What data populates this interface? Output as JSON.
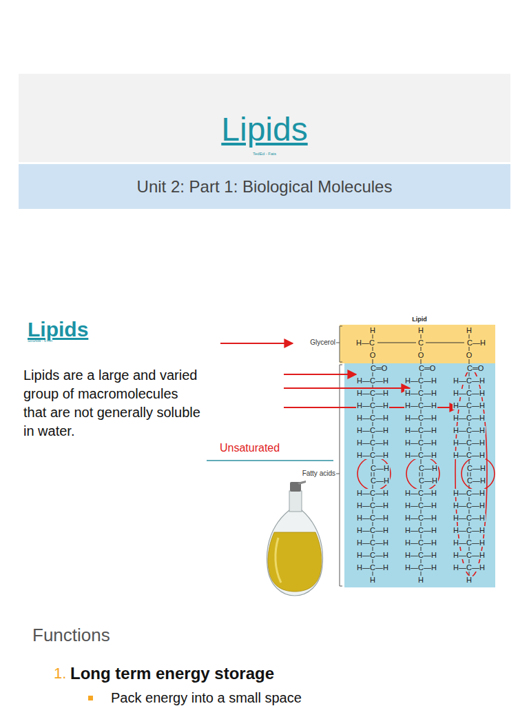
{
  "diagram": {
    "title": "Lipids",
    "nodes": [
      {
        "text": [
          "Unit 2: Part 1: Biological Molecules"
        ]
      }
    ],
    "labels": [
      "TedEd - Fats",
      "Lipids",
      "SciShow - 6 min",
      "Lipids are a large and varied group of macromolecules that are not generally soluble in water.",
      "Unsaturated",
      "Lipid",
      "Glycerol",
      "Fatty acids",
      "Functions",
      "1.",
      "Long term energy storage",
      "Pack energy into a small space",
      "H",
      "H",
      "H",
      "H—C",
      "C",
      "C—H",
      "O",
      "O",
      "O",
      "C═O",
      "C═O",
      "C═O",
      "H—C—H",
      "H—C—H",
      "H—C—H",
      "H—C—H",
      "H—C—H",
      "H—C—H",
      "H—C—H",
      "H—C—H",
      "H—C—H",
      "H—C—H",
      "H—C—H",
      "H—C—H",
      "H—C—H",
      "H—C—H",
      "H—C—H",
      "H—C—H",
      "H—C—H",
      "H—C—H",
      "H—C—H",
      "H—C—H",
      "H—C—H",
      "C—H",
      "C—H",
      "C—H",
      "C—H",
      "C—H",
      "C—H",
      "H—C—H",
      "H—C—H",
      "H—C—H",
      "H—C—H",
      "H—C—H",
      "H—C—H",
      "H—C—H",
      "H—C—H",
      "H—C—H",
      "H—C—H",
      "H—C—H",
      "H—C—H",
      "H—C—H",
      "H—C—H",
      "H—C—H",
      "H—C—H",
      "H—C—H",
      "H—C—H",
      "H—C—H",
      "H—C—H",
      "H—C—H",
      "H",
      "H",
      "H"
    ]
  }
}
